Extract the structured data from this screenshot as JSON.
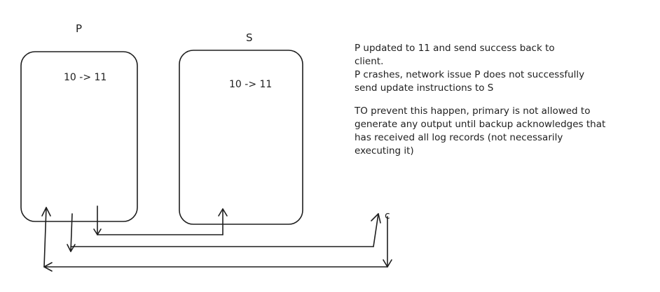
{
  "diagram": {
    "nodes": [
      {
        "id": "primary",
        "label": "P",
        "content": "10 -> 11"
      },
      {
        "id": "secondary",
        "label": "S",
        "content": "10 -> 11"
      }
    ],
    "client_label": "c"
  },
  "notes": {
    "paragraph1": [
      "P updated to 11 and send success back to",
      "client.",
      "P crashes, network issue P does not successfully",
      "send update instructions to S"
    ],
    "paragraph2": [
      "TO prevent this happen, primary is not allowed to",
      "generate any output until backup acknowledges that",
      "has received all log records (not necessarily",
      "executing it)"
    ]
  }
}
